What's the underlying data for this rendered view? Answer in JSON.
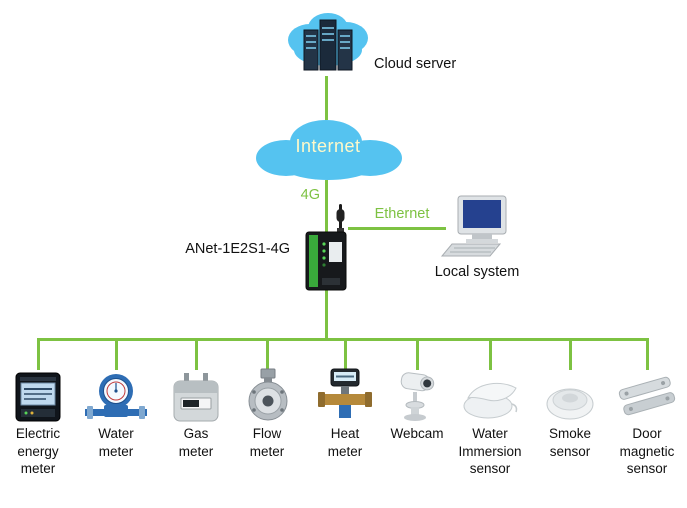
{
  "colors": {
    "line_green": "#7DC242",
    "cloud_blue": "#55C3F0",
    "internet_text": "#FFF9C9"
  },
  "top": {
    "cloud_server_label": "Cloud server",
    "cloud_server_icon": "cloud-server-icon",
    "internet_label": "Internet"
  },
  "gateway": {
    "model_label": "ANet-1E2S1-4G",
    "gateway_icon": "gateway-4g-icon",
    "link_4g_label": "4G",
    "ethernet_label": "Ethernet",
    "local_system_label": "Local system",
    "local_system_icon": "local-system-icon"
  },
  "devices": [
    {
      "label": "Electric\nenergy\nmeter",
      "icon": "electric-energy-meter-icon"
    },
    {
      "label": "Water\nmeter",
      "icon": "water-meter-icon"
    },
    {
      "label": "Gas\nmeter",
      "icon": "gas-meter-icon"
    },
    {
      "label": "Flow\nmeter",
      "icon": "flow-meter-icon"
    },
    {
      "label": "Heat\nmeter",
      "icon": "heat-meter-icon"
    },
    {
      "label": "Webcam",
      "icon": "webcam-icon"
    },
    {
      "label": "Water\nImmersion\nsensor",
      "icon": "water-immersion-sensor-icon"
    },
    {
      "label": "Smoke\nsensor",
      "icon": "smoke-sensor-icon"
    },
    {
      "label": "Door\nmagnetic\nsensor",
      "icon": "door-magnetic-sensor-icon"
    }
  ]
}
